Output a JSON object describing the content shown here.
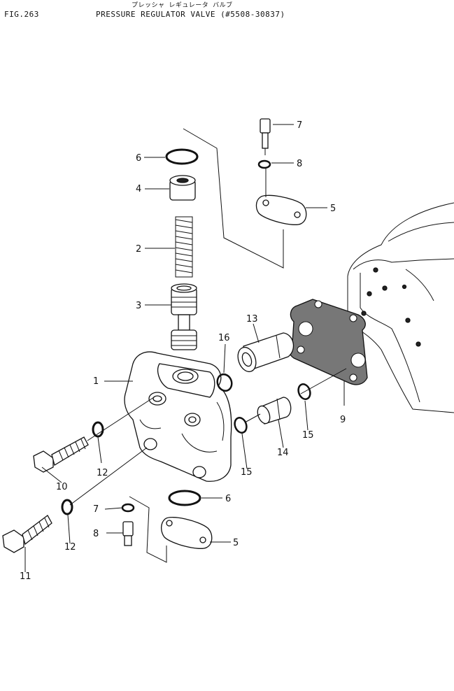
{
  "header": {
    "fig_label": "FIG.263",
    "title_jp": "プレッシャ レギュレータ バルブ",
    "title_en": "PRESSURE REGULATOR VALVE (#5508-30837)"
  },
  "callouts": [
    {
      "id": "c1",
      "text": "1"
    },
    {
      "id": "c2",
      "text": "2"
    },
    {
      "id": "c3",
      "text": "3"
    },
    {
      "id": "c4",
      "text": "4"
    },
    {
      "id": "c5a",
      "text": "5"
    },
    {
      "id": "c5b",
      "text": "5"
    },
    {
      "id": "c6a",
      "text": "6"
    },
    {
      "id": "c6b",
      "text": "6"
    },
    {
      "id": "c7a",
      "text": "7"
    },
    {
      "id": "c7b",
      "text": "7"
    },
    {
      "id": "c8a",
      "text": "8"
    },
    {
      "id": "c8b",
      "text": "8"
    },
    {
      "id": "c9",
      "text": "9"
    },
    {
      "id": "c10",
      "text": "10"
    },
    {
      "id": "c11",
      "text": "11"
    },
    {
      "id": "c12a",
      "text": "12"
    },
    {
      "id": "c12b",
      "text": "12"
    },
    {
      "id": "c13",
      "text": "13"
    },
    {
      "id": "c14",
      "text": "14"
    },
    {
      "id": "c15a",
      "text": "15"
    },
    {
      "id": "c15b",
      "text": "15"
    },
    {
      "id": "c16",
      "text": "16"
    }
  ]
}
